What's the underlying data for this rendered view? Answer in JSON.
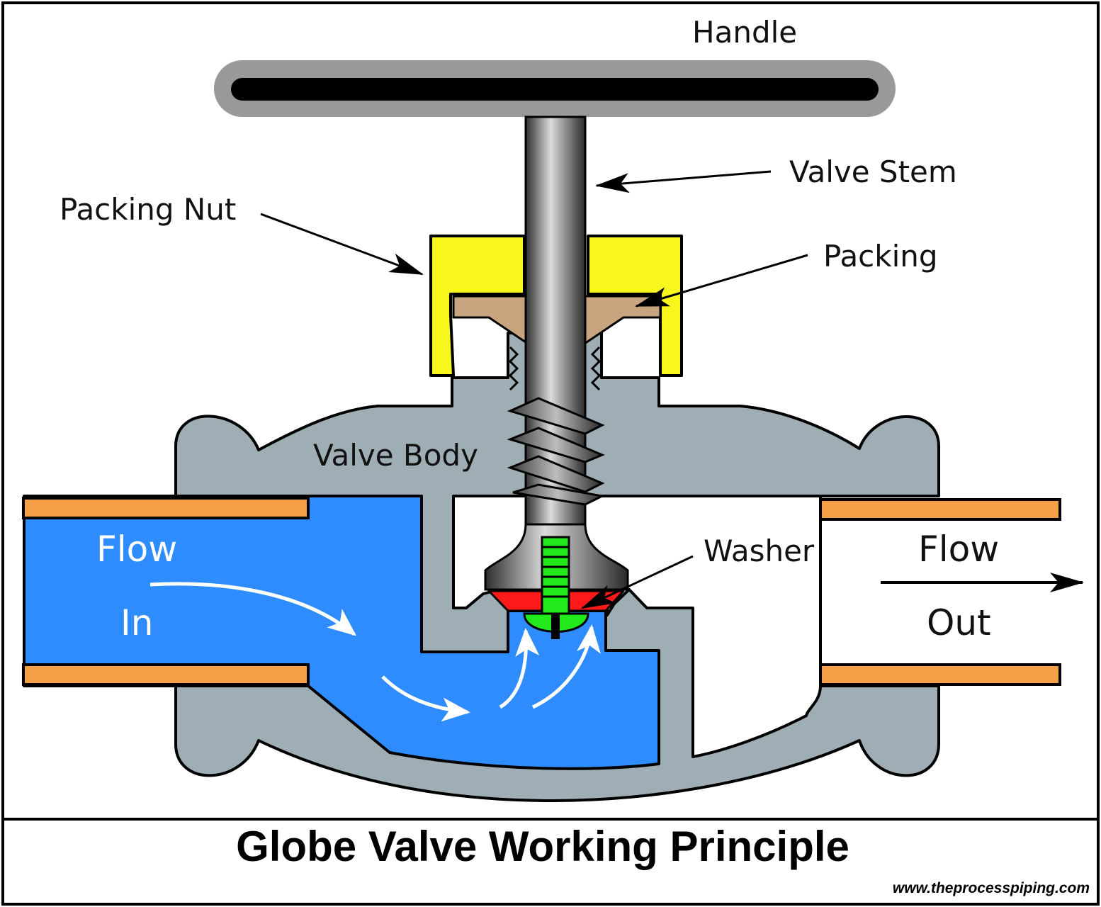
{
  "diagram": {
    "title": "Globe Valve Working Principle",
    "watermark": "www.theprocesspiping.com",
    "labels": {
      "handle": "Handle",
      "valve_stem": "Valve Stem",
      "packing_nut": "Packing Nut",
      "packing": "Packing",
      "valve_body": "Valve Body",
      "washer": "Washer",
      "flow_in_1": "Flow",
      "flow_in_2": "In",
      "flow_out_1": "Flow",
      "flow_out_2": "Out"
    },
    "colors": {
      "body": "#9eaeb4",
      "water": "#2e8cff",
      "pipe": "#f5a047",
      "packing_nut": "#f7f71e",
      "packing": "#c8a57f",
      "washer": "#ff1a1a",
      "screw": "#22e81c",
      "handle_outer": "#999999",
      "handle_inner": "#000000"
    }
  }
}
